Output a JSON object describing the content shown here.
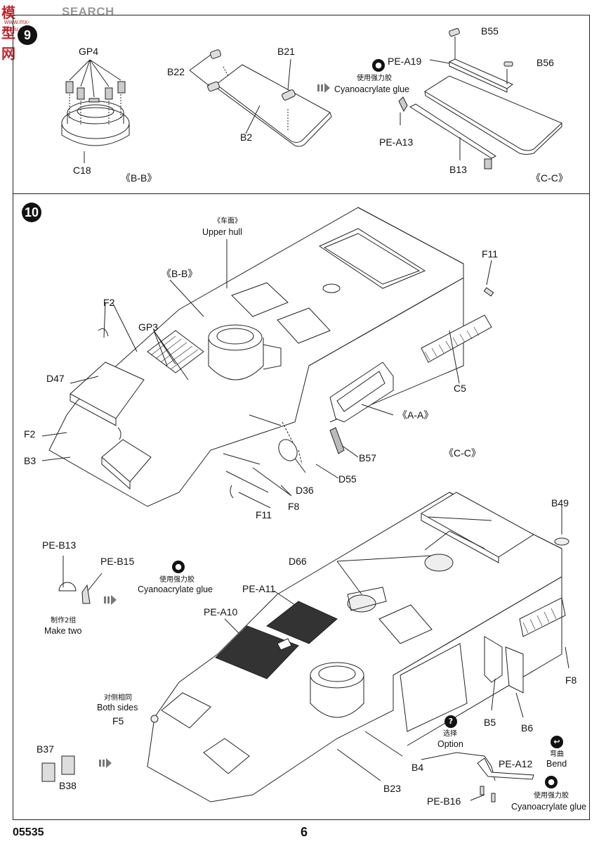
{
  "watermark": {
    "logo": "模型网",
    "search": "SEARCH",
    "url": "www.mx-shou.com"
  },
  "step9": {
    "number": "9",
    "gp4": "GP4",
    "c18": "C18",
    "bb_label": "《B-B》",
    "b22": "B22",
    "b21": "B21",
    "b2": "B2",
    "glue_cn": "使用强力胶",
    "glue_en": "Cyanoacrylate glue",
    "pe_a19": "PE-A19",
    "b55": "B55",
    "b56": "B56",
    "pe_a13": "PE-A13",
    "b13": "B13",
    "cc_label": "《C-C》"
  },
  "step10": {
    "number": "10",
    "upper_hull_cn": "《车面》",
    "upper_hull_en": "Upper hull",
    "bb_ref": "《B-B》",
    "f2_top": "F2",
    "gp3": "GP3",
    "d47": "D47",
    "f2_left": "F2",
    "b3": "B3",
    "f11_top": "F11",
    "c5": "C5",
    "aa_ref": "《A-A》",
    "b57": "B57",
    "d55": "D55",
    "d36": "D36",
    "f8_mid": "F8",
    "f11_bottom": "F11",
    "cc_ref": "《C-C》",
    "b49": "B49",
    "d66": "D66",
    "pe_a11": "PE-A11",
    "pe_a10": "PE-A10",
    "pe_b13": "PE-B13",
    "pe_b15": "PE-B15",
    "glue_cn": "使用强力胶",
    "glue_en": "Cyanoacrylate glue",
    "make_two_cn": "制作2组",
    "make_two_en": "Make two",
    "both_sides_cn": "对侧相同",
    "both_sides_en": "Both sides",
    "f5": "F5",
    "b37": "B37",
    "b38": "B38",
    "f8_right": "F8",
    "b5": "B5",
    "b6": "B6",
    "option_icon": "?",
    "option_cn": "选择",
    "option_en": "Option",
    "bend_cn": "弯曲",
    "bend_en": "Bend",
    "b4": "B4",
    "pe_a12": "PE-A12",
    "b23": "B23",
    "pe_b16": "PE-B16",
    "glue2_cn": "使用强力胶",
    "glue2_en": "Cyanoacrylate glue"
  },
  "footer": {
    "code": "05535",
    "page": "6"
  },
  "icons": {
    "glue": "glue-drop-icon",
    "option": "question-icon",
    "bend": "bend-icon",
    "arrow": "next-step-arrow-icon"
  }
}
